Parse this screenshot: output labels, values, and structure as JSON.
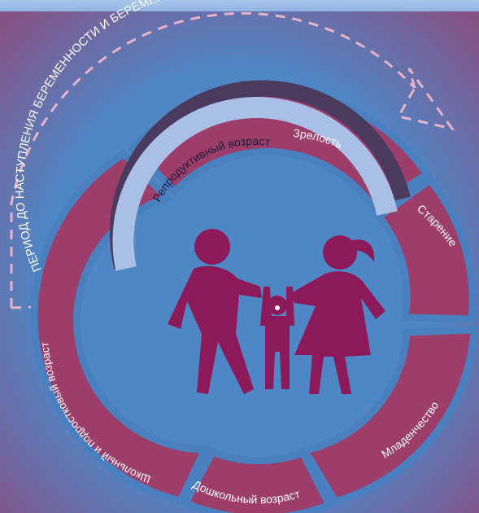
{
  "outer_arrow_label": "ПЕРИОД ДО НАСТУПЛЕНИЯ БЕРЕМЕННОСТИ И БЕРЕМЕННОСТЬ",
  "reproductive_label": "Репродуктивный возраст",
  "segments": {
    "maturity": "Зрелость",
    "aging": "Старение",
    "infancy": "Младенчество",
    "preschool": "Дошкольный возраст",
    "school_adolescent": "Школьный и подростковый возраст"
  },
  "colors": {
    "background": "#4f87c6",
    "ring": "#9c3d6a",
    "ring_border": "#4a7fc0",
    "family_figures": "#8c1a5a",
    "reproductive_band": "#a9bfe6",
    "reproductive_band_dark": "#4a3a5e",
    "dashed_arrow": "#e7b3c8"
  }
}
